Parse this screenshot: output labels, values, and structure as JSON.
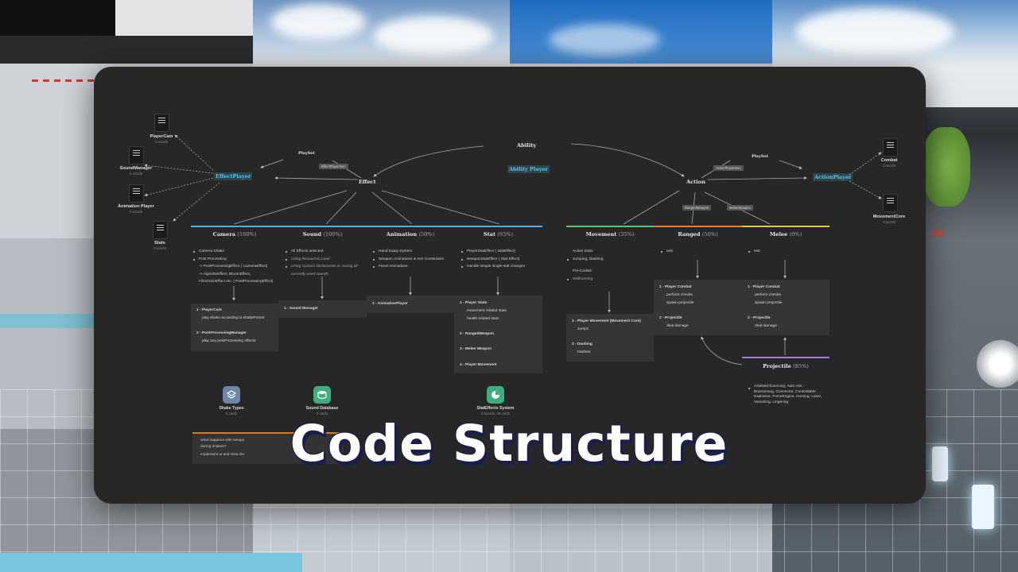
{
  "overlay_title": "Code Structure",
  "colors": {
    "panel": "#272727",
    "highlight": "#56c8f0",
    "col_line_blue": "#56a8e8",
    "col_line_green": "#5cc46e",
    "col_line_orange": "#e0803c",
    "col_line_yellow": "#e8c44c",
    "col_line_purple": "#a67ee0"
  },
  "docs_left": [
    {
      "name": "PlayerCam",
      "sub": "0 words",
      "icon": "document-icon"
    },
    {
      "name": "SoundManager",
      "sub": "0 words",
      "icon": "document-icon"
    },
    {
      "name": "Animation Player",
      "sub": "0 words",
      "icon": "document-icon"
    },
    {
      "name": "Stats",
      "sub": "0 words",
      "icon": "document-icon"
    }
  ],
  "docs_right": [
    {
      "name": "Combat",
      "sub": "0 words",
      "icon": "document-icon"
    },
    {
      "name": "MovementCore",
      "sub": "0 words",
      "icon": "document-icon"
    }
  ],
  "nodes": {
    "effect_player": "EffectPlayer",
    "ability_player": "Ability Player",
    "action_player": "ActionPlayer",
    "ability": "Ability",
    "effect": "Effect",
    "action": "Action",
    "playset_left": "PlaySet",
    "playset_right": "PlaySet",
    "effect_player_item": "EffectPlayerItem",
    "action_player_item": "ActionPlayerItem",
    "ranged_weapon": "RangedWeapon",
    "melee_weapon": "MeleeWeapon"
  },
  "columns": [
    {
      "title": "Camera",
      "pct": "(100%)"
    },
    {
      "title": "Sound",
      "pct": "(100%)"
    },
    {
      "title": "Animation",
      "pct": "(50%)"
    },
    {
      "title": "Stat",
      "pct": "(95%)"
    },
    {
      "title": "Movement",
      "pct": "(35%)"
    },
    {
      "title": "Ranged",
      "pct": "(50%)"
    },
    {
      "title": "Melee",
      "pct": "(0%)"
    }
  ],
  "camera_notes": [
    "Camera Shake",
    "Post Processing",
    "-> PostProcessingEffect ( CameraEffect)",
    "-> VignetteEffect, BloomEffect,",
    "FilmGrainEffect etc. ( PostProcessingEffect)"
  ],
  "sound_notes": [
    "All Effects selected",
    "Using Resources.Load",
    "Using Custom Dictionaries or saving all",
    "currently used sounds"
  ],
  "animation_notes": [
    "Hand Equip System",
    "Weapon Animations & Aim Constraints",
    "Fixed Animations"
  ],
  "stat_notes": [
    "PlayerStatEffect ( StatEffect)",
    "WeaponStatEffect ( Stat Effect)",
    "Handle simple single-stat changes"
  ],
  "movement_notes": [
    "Action Data:",
    "Jumping, Dashing",
    "Pre-Coded:",
    "Wallrunning"
  ],
  "ranged_notes": [
    "test"
  ],
  "melee_notes": [
    "test"
  ],
  "cards": {
    "camera": {
      "l1": "1 - PlayerCam",
      "l2": "play shake according to shakePreset",
      "l3": "2 - PostProcessingManager",
      "l4": "play any postProcessing effects"
    },
    "sound": {
      "l1": "1 - Sound Manager"
    },
    "animation": {
      "l1": "1 - AnimationPlayer"
    },
    "stat": {
      "l1": "1 - Player Stats",
      "l2": "movement related stats",
      "l3": "health related stats",
      "l4": "2 - RangedWeapon",
      "l5": "3 - Melee Weapon",
      "l6": "4 - Player Movement"
    },
    "movement": {
      "l1": "1 - Player Movement (Movement Core)",
      "l2": "Jumps",
      "l3": "2 - Dashing",
      "l4": "Dashes"
    },
    "ranged": {
      "l1": "1 - Player Combat",
      "l2": "perform checks",
      "l3": "spawn projectile",
      "l4": "2 - Projectile",
      "l5": "deal damage"
    },
    "melee": {
      "l1": "1 - Player Combat",
      "l2": "perform checks",
      "l3": "spawn projectile",
      "l4": "2 - Projectile",
      "l5": "deal damage"
    }
  },
  "projectile": {
    "title": "Projectile",
    "pct": "(85%)",
    "notes": [
      "Assisted bouncing, Auto Aim,",
      "Boomerang, Connector, Controllable,",
      "Explosive, ForceEngine, Homing, Laser,",
      "Vanishing, Lingering"
    ]
  },
  "apps": [
    {
      "name": "Shake Types",
      "sub": "6 cards",
      "icon": "layers-icon",
      "color": "#6f87a6"
    },
    {
      "name": "Sound Database",
      "sub": "0 cards",
      "icon": "database-icon",
      "color": "#3fae7f"
    },
    {
      "name": "StatEffects System",
      "sub": "0 boards, 28 cards",
      "icon": "pie-chart-icon",
      "color": "#3fae7f"
    }
  ],
  "todo": [
    "what happens with weapo",
    "during shakes?",
    "implement ui and view sto"
  ]
}
